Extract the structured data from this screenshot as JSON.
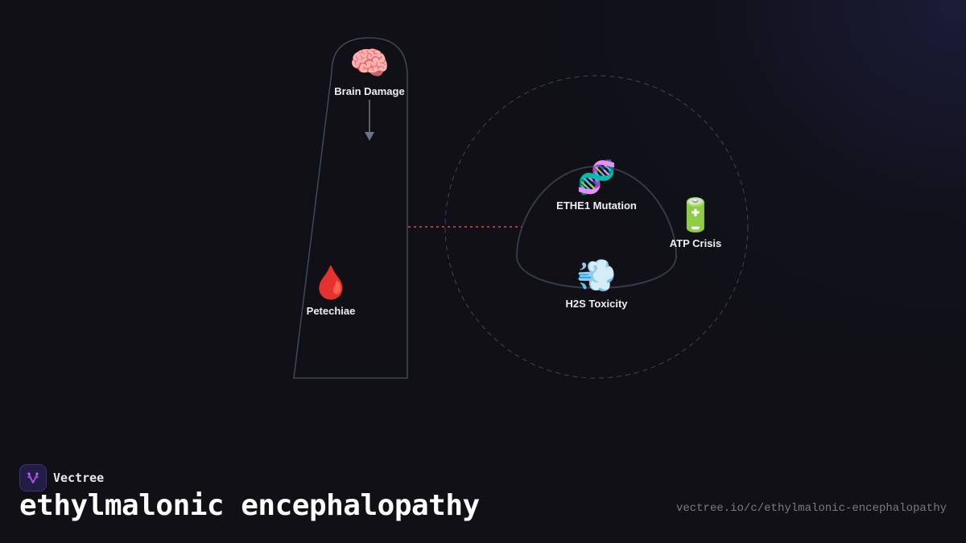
{
  "diagram": {
    "nodes": [
      {
        "id": "brain",
        "icon": "brain-icon",
        "emoji": "🧠",
        "label": "Brain Damage"
      },
      {
        "id": "petechiae",
        "icon": "blood-drop-icon",
        "emoji": "🩸",
        "label": "Petechiae"
      },
      {
        "id": "ethe1",
        "icon": "dna-icon",
        "emoji": "🧬",
        "label": "ETHE1 Mutation"
      },
      {
        "id": "h2s",
        "icon": "wind-puff-icon",
        "emoji": "💨",
        "label": "H2S Toxicity"
      },
      {
        "id": "atp",
        "icon": "battery-icon",
        "emoji": "🔋",
        "label": "ATP Crisis"
      }
    ],
    "edges": [
      {
        "from": "Brain Damage",
        "to": "below",
        "style": "solid-arrow"
      },
      {
        "from": "left-group",
        "to": "cycle-group",
        "style": "dotted-red"
      }
    ],
    "colors": {
      "outline": "#3c4658",
      "dotted_link": "#b03a3a",
      "dashed_circle": "#3e4656"
    }
  },
  "footer": {
    "brand_name": "Vectree",
    "title": "ethylmalonic encephalopathy",
    "url": "vectree.io/c/ethylmalonic-encephalopathy"
  }
}
